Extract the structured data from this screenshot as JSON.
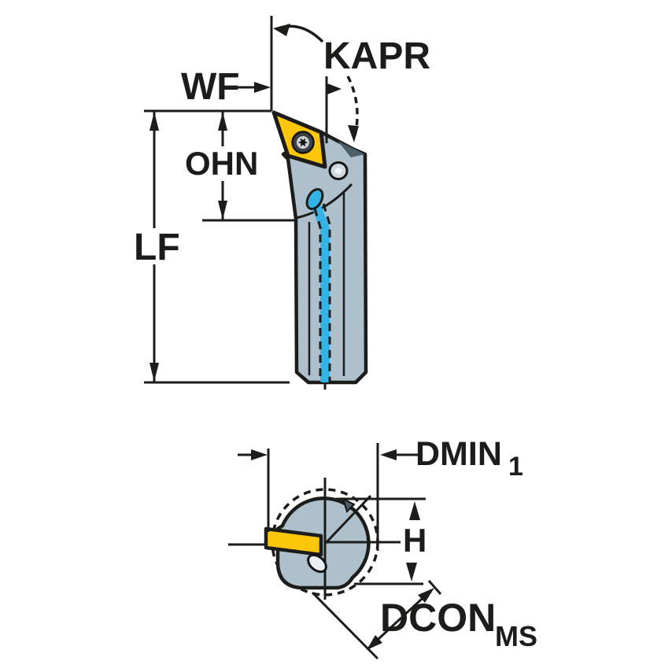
{
  "diagram": {
    "labels": {
      "kapr": "KAPR",
      "wf": "WF",
      "ohn": "OHN",
      "lf": "LF",
      "dmin": "DMIN",
      "dmin_sub": "1",
      "h": "H",
      "dcon": "DCON",
      "dcon_sub": "MS"
    },
    "colors": {
      "body": "#aec0cb",
      "insert": "#fdc608",
      "coolant": "#33b4e6",
      "outline": "#1c1c1a",
      "shadow": "#4e5f69"
    }
  }
}
